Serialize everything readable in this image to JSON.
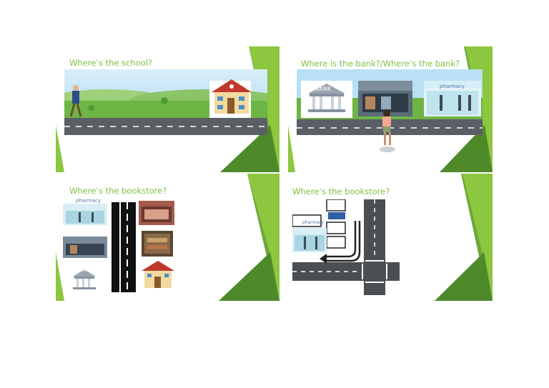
{
  "slides": [
    {
      "title": "Where’s the school?"
    },
    {
      "title": "Where is the bank?/Where’s the bank?",
      "labels": {
        "bank": "BANK",
        "pharmacy": "pharmacy"
      }
    },
    {
      "title": "Where’s the bookstore?",
      "labels": {
        "pharmacy": "pharmacy",
        "bank": "BANK"
      }
    },
    {
      "title": "Where’s the bookstore?",
      "labels": {
        "pharmacy": "pharmacy"
      }
    }
  ],
  "colors": {
    "title_green": "#7cc142",
    "deco_green_light": "#8dc63f",
    "deco_green_dark": "#4e8a2a",
    "road": "#4a4f54"
  }
}
